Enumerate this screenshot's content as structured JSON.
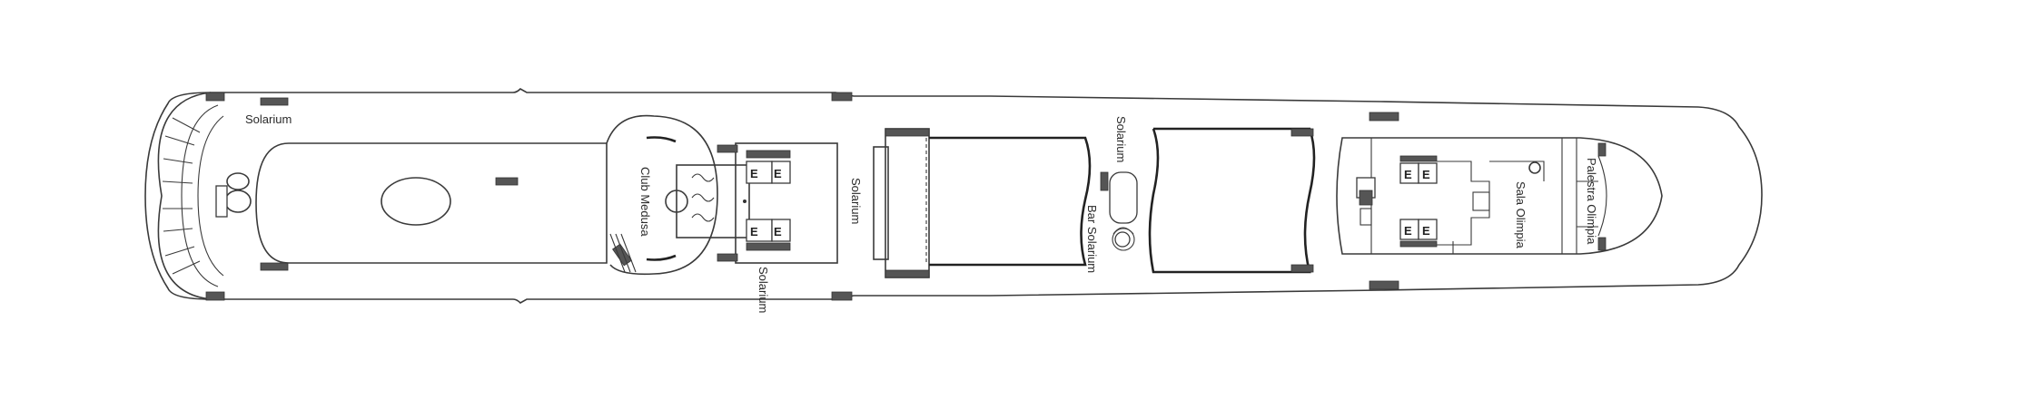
{
  "deck_plan": {
    "labels": {
      "solarium_aft": "Solarium",
      "club_medusa": "Club Medusa",
      "solarium_lower": "Solarium",
      "solarium_mid": "Solarium",
      "solarium_upper": "Solarium",
      "bar_solarium": "Bar Solarium",
      "sala_olimpia": "Sala Olimpia",
      "palestra_olimpia": "Palestra Olimpia"
    },
    "elevator_glyph": "E"
  }
}
